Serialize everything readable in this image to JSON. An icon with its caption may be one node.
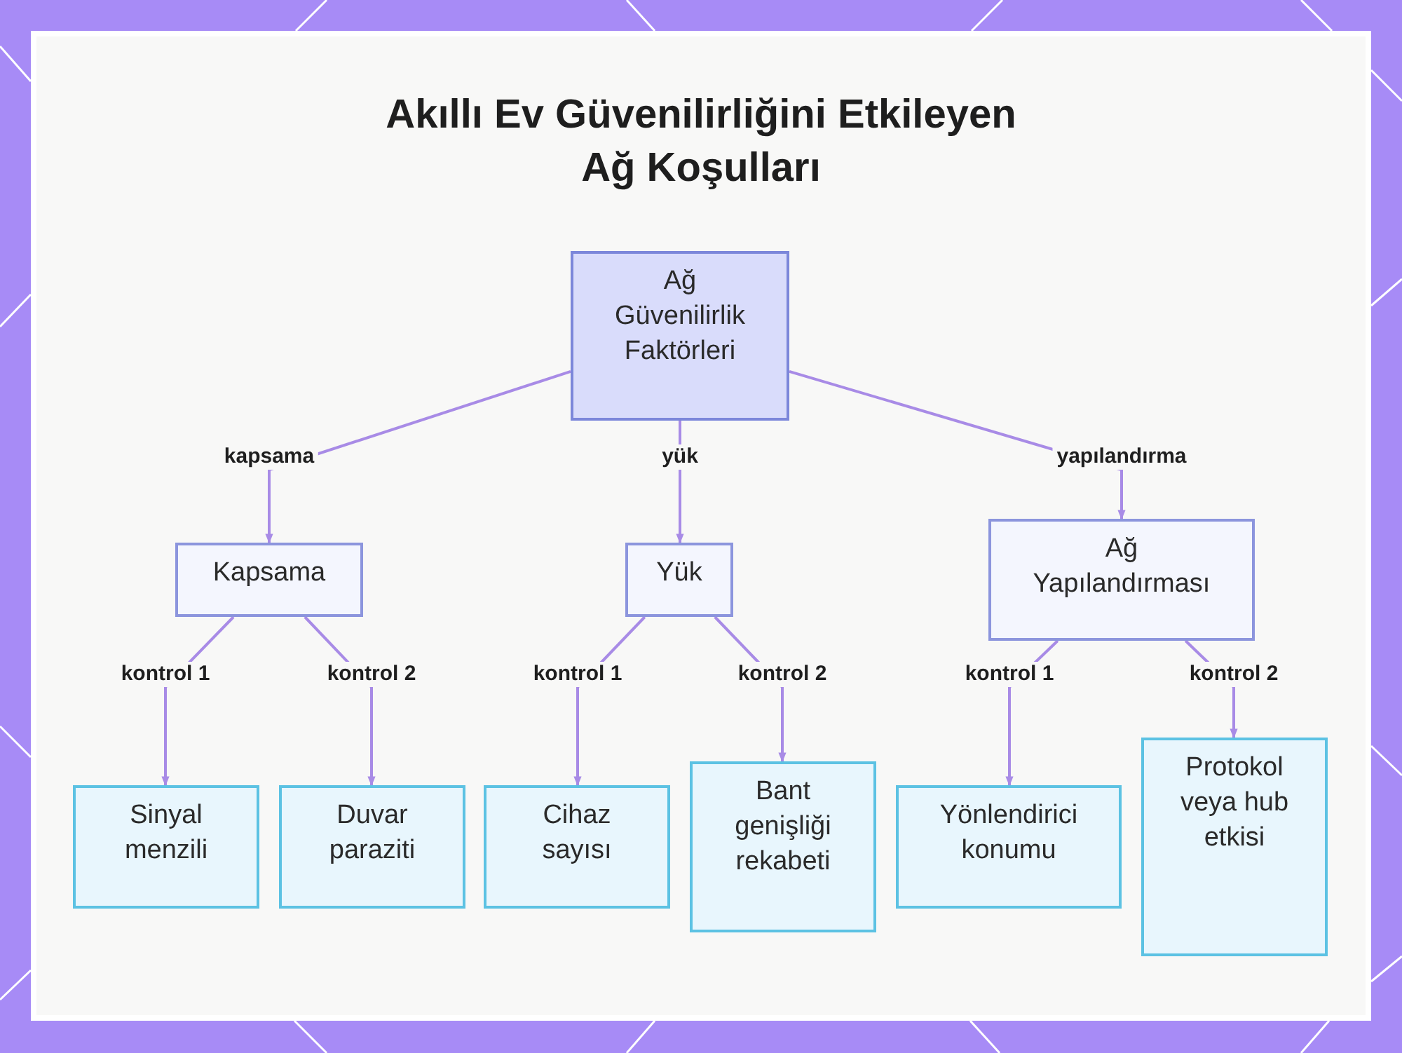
{
  "diagram": {
    "title": "Akıllı Ev Güvenilirliğini Etkileyen Ağ Koşulları",
    "nodes": [
      {
        "text": [
          "Ağ Güvenilirlik Faktörleri"
        ]
      },
      {
        "text": [
          "Kapsama"
        ]
      },
      {
        "text": [
          "Yük"
        ]
      },
      {
        "text": [
          "Ağ Yapılandırması"
        ]
      },
      {
        "text": [
          "Sinyal menzili"
        ]
      },
      {
        "text": [
          "Duvar paraziti"
        ]
      },
      {
        "text": [
          "Cihaz sayısı"
        ]
      },
      {
        "text": [
          "Bant genişliği rekabeti"
        ]
      },
      {
        "text": [
          "Yönlendirici konumu"
        ]
      },
      {
        "text": [
          "Protokol veya hub etkisi"
        ]
      }
    ],
    "edges": [
      {
        "from": 0,
        "to": 1,
        "label": "kapsama",
        "arrow": "to"
      },
      {
        "from": 0,
        "to": 2,
        "label": "yük",
        "arrow": "to"
      },
      {
        "from": 0,
        "to": 3,
        "label": "yapılandırma",
        "arrow": "to"
      },
      {
        "from": 1,
        "to": 4,
        "label": "kontrol 1",
        "arrow": "to"
      },
      {
        "from": 1,
        "to": 5,
        "label": "kontrol 2",
        "arrow": "to"
      },
      {
        "from": 2,
        "to": 6,
        "label": "kontrol 1",
        "arrow": "to"
      },
      {
        "from": 2,
        "to": 7,
        "label": "kontrol 2",
        "arrow": "to"
      },
      {
        "from": 3,
        "to": 8,
        "label": "kontrol 1",
        "arrow": "to"
      },
      {
        "from": 3,
        "to": 9,
        "label": "kontrol 2",
        "arrow": "to"
      }
    ]
  }
}
